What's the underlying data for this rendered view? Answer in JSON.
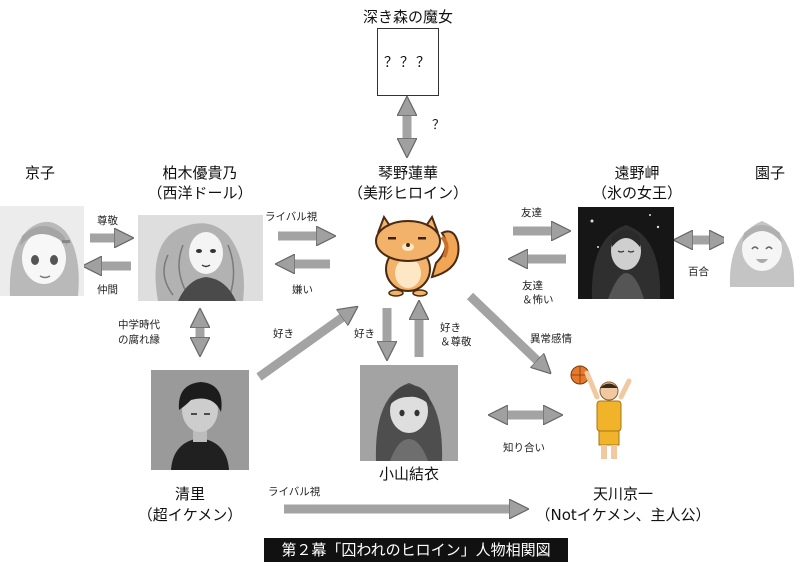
{
  "characters": {
    "witch": {
      "name": "深き森の魔女",
      "placeholder": "？？？"
    },
    "kyoko": {
      "name": "京子"
    },
    "kashiwagi": {
      "name": "柏木優貴乃",
      "sub": "（西洋ドール）"
    },
    "kotono": {
      "name": "琴野蓮華",
      "sub": "（美形ヒロイン）"
    },
    "tono": {
      "name": "遠野岬",
      "sub": "（氷の女王）"
    },
    "sonoko": {
      "name": "園子"
    },
    "kiyosato": {
      "name": "清里",
      "sub": "（超イケメン）"
    },
    "koyama": {
      "name": "小山結衣"
    },
    "amakawa": {
      "name": "天川京一",
      "sub": "（Notイケメン、主人公）"
    }
  },
  "relations": {
    "witch_kotono": "？",
    "kyoko_kashiwagi_respect": "尊敬",
    "kashiwagi_kyoko_friend": "仲間",
    "kashiwagi_kotono_rival": "ライバル視",
    "kotono_kashiwagi_dislike": "嫌い",
    "kotono_tono_friend": "友達",
    "tono_kotono": [
      "友達",
      "＆怖い"
    ],
    "tono_sonoko": "百合",
    "kashiwagi_kiyosato": [
      "中学時代",
      "の腐れ縁"
    ],
    "kiyosato_kotono_like": "好き",
    "kotono_koyama_like": "好き",
    "koyama_kotono": [
      "好き",
      "＆尊敬"
    ],
    "kotono_amakawa": "異常感情",
    "koyama_amakawa": "知り合い",
    "kiyosato_amakawa_rival": "ライバル視"
  },
  "caption": "第２幕「囚われのヒロイン」人物相関図"
}
